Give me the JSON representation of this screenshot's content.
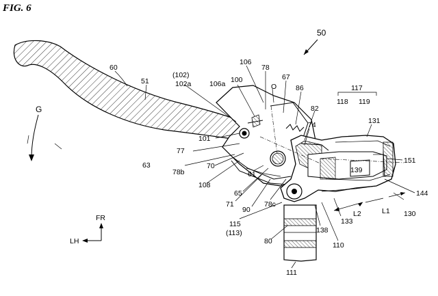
{
  "figure": {
    "title": "FIG. 6"
  },
  "labels": {
    "n50": "50",
    "n60": "60",
    "n51": "51",
    "n102p": "(102)",
    "n102a": "102a",
    "n106": "106",
    "n106a": "106a",
    "n100": "100",
    "n78": "78",
    "n67": "67",
    "nO": "O",
    "n86": "86",
    "n117": "117",
    "n118": "118",
    "n119": "119",
    "n82": "82",
    "n74": "74",
    "n131": "131",
    "nG": "G",
    "n101": "101",
    "n77": "77",
    "n63": "63",
    "n78b": "78b",
    "n70": "70",
    "n61": "61",
    "n108": "108",
    "n65": "65",
    "n71": "71",
    "n90": "90",
    "n78c": "78c",
    "n139": "139",
    "n151": "151",
    "n144": "144",
    "nL2": "L2",
    "nL1": "L1",
    "n130": "130",
    "n133": "133",
    "n138": "138",
    "n115": "115",
    "n113p": "(113)",
    "n80": "80",
    "n110": "110",
    "n111": "111",
    "nFR": "FR",
    "nLH": "LH"
  }
}
